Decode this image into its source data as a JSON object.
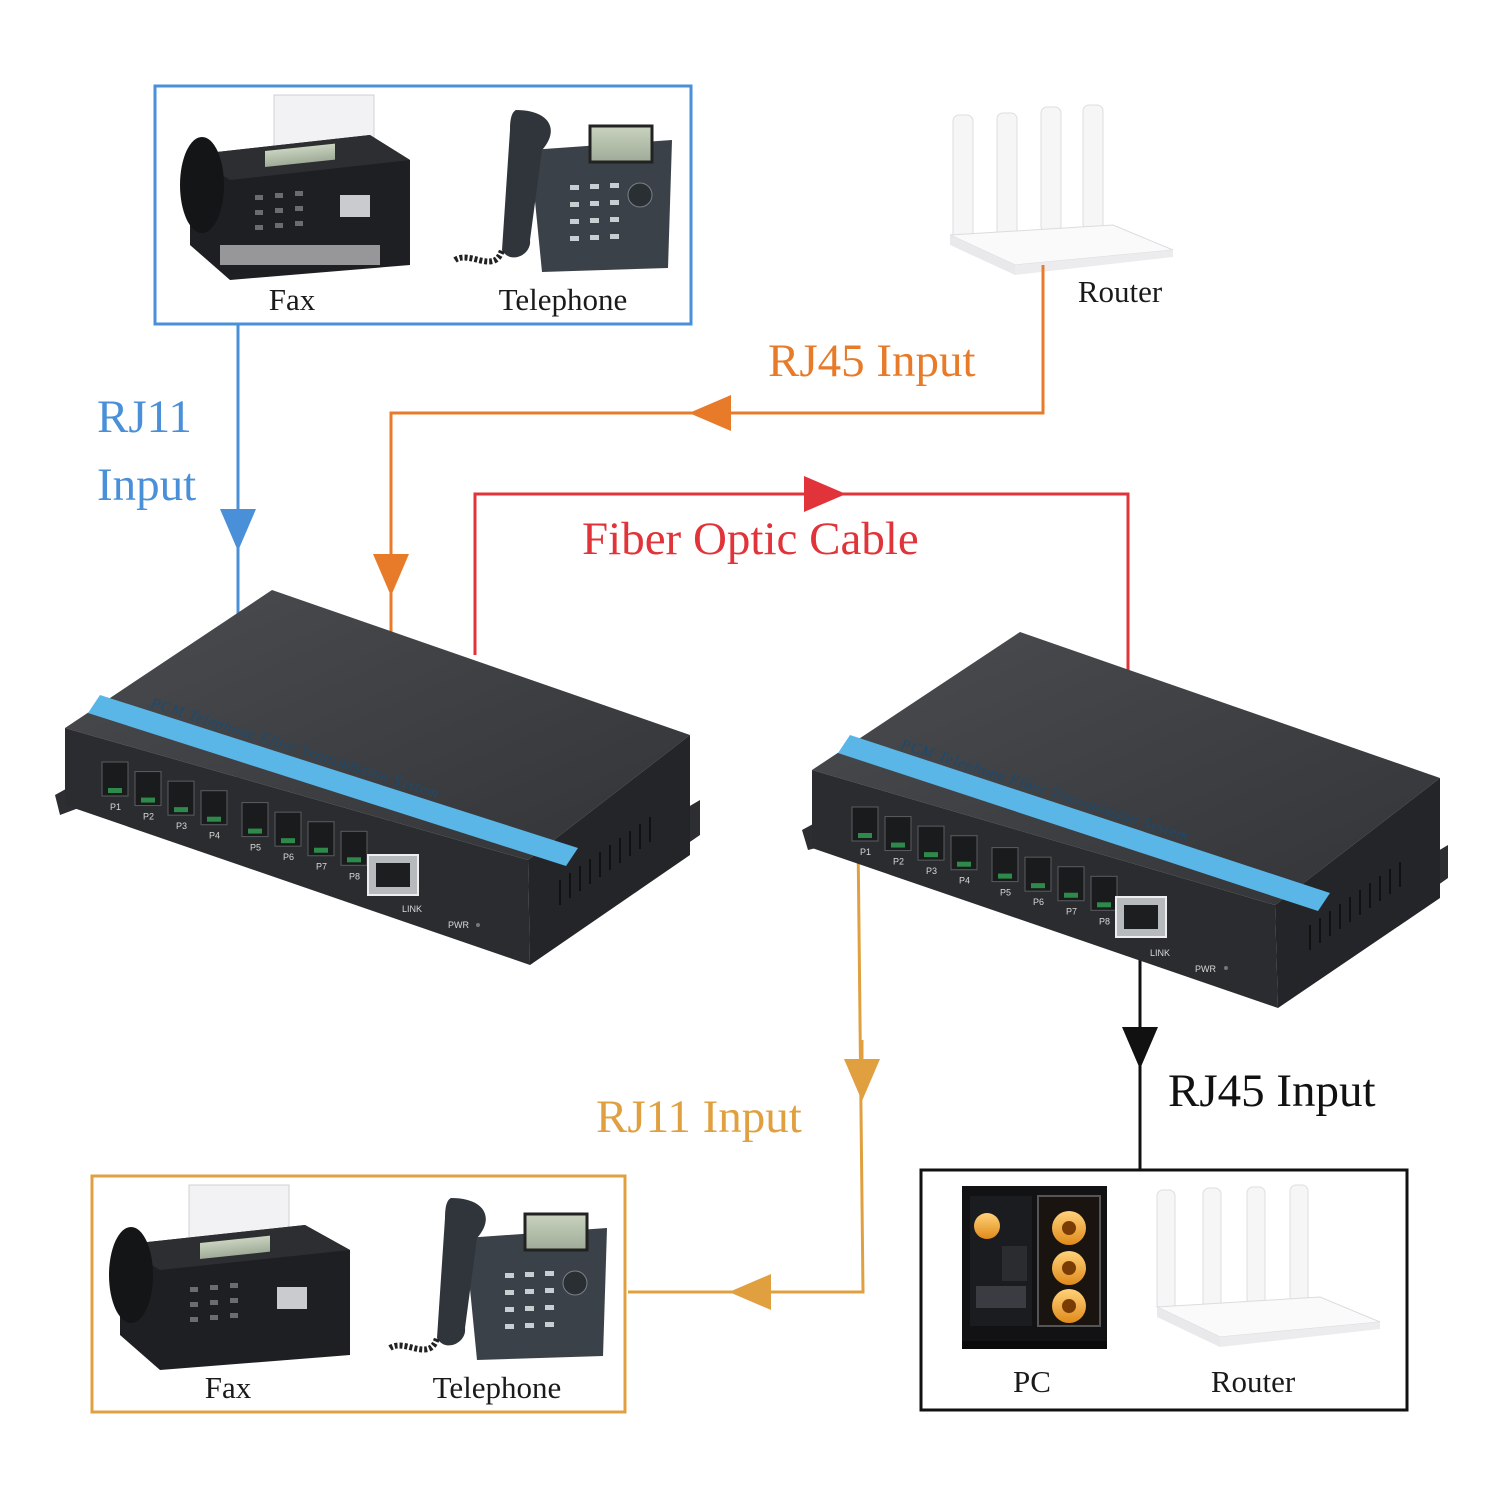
{
  "colors": {
    "rj11_blue": "#4a90d9",
    "rj45_orange": "#e87b2a",
    "fiber_red": "#e0343a",
    "rj11_gold": "#e0a040",
    "rj45_black": "#111111",
    "device_body": "#3a3c3f",
    "device_stripe": "#5bb6e8"
  },
  "top_group": {
    "fax_label": "Fax",
    "telephone_label": "Telephone"
  },
  "router_top": {
    "label": "Router"
  },
  "connections": {
    "rj11_top": [
      "RJ11",
      "Input"
    ],
    "rj45_top": "RJ45 Input",
    "fiber": "Fiber Optic Cable",
    "rj11_bottom": "RJ11 Input",
    "rj45_bottom": "RJ45 Input"
  },
  "devices": {
    "left": {
      "brand_text": "PCM Telephone Fiber Transmission System",
      "ports": [
        "P1",
        "P2",
        "P3",
        "P4",
        "P5",
        "P6",
        "P7",
        "P8"
      ],
      "link_label": "LINK",
      "pwr_label": "PWR"
    },
    "right": {
      "brand_text": "PCM Telephone Fiber Transmission System",
      "ports": [
        "P1",
        "P2",
        "P3",
        "P4",
        "P5",
        "P6",
        "P7",
        "P8"
      ],
      "link_label": "LINK",
      "pwr_label": "PWR"
    }
  },
  "bottom_left_group": {
    "fax_label": "Fax",
    "telephone_label": "Telephone"
  },
  "bottom_right_group": {
    "pc_label": "PC",
    "router_label": "Router"
  },
  "icons": [
    "fax-icon",
    "telephone-icon",
    "router-icon",
    "pc-icon",
    "fiber-transceiver"
  ]
}
